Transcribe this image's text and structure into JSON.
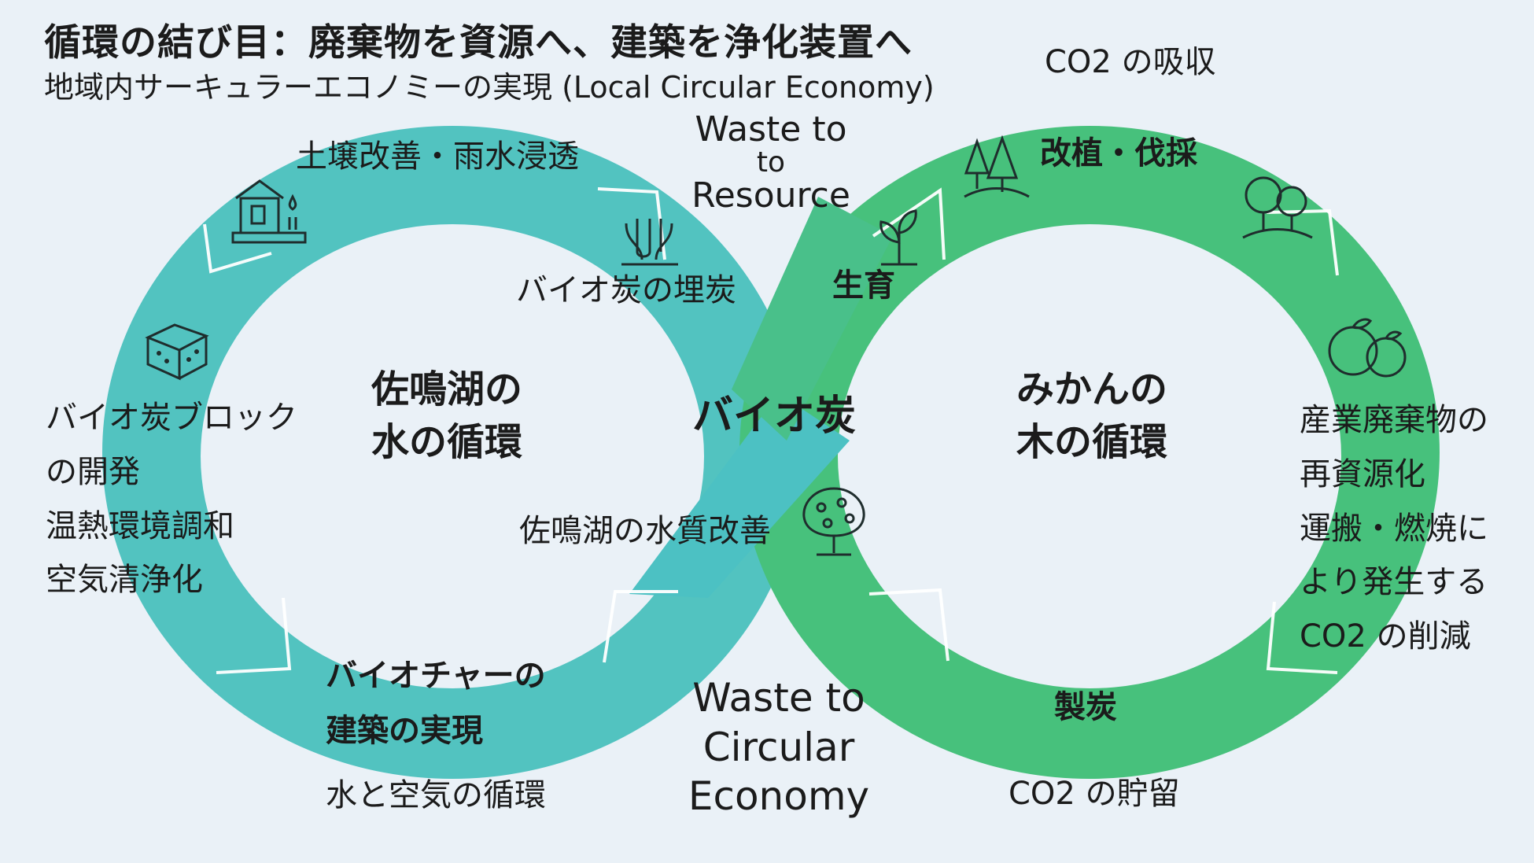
{
  "header": {
    "title": "循環の結び目：廃棄物を資源へ、建築を浄化装置へ",
    "subtitle": "地域内サーキュラーエコノミーの実現 (Local Circular Economy)"
  },
  "colors": {
    "background": "#eaf1f7",
    "left_loop": "#52c3c0",
    "right_loop": "#47c17c",
    "arrow_outline": "#ffffff",
    "text": "#1b1b1b"
  },
  "left_loop": {
    "center_label": [
      "佐鳴湖の",
      "水の循環"
    ],
    "stages": {
      "soil": "土壌改善・雨水浸透",
      "biochar_burial": "バイオ炭の埋炭",
      "water_quality": "佐鳴湖の水質改善",
      "architecture": [
        "バイオチャーの",
        "建築の実現"
      ],
      "cycle_note": "水と空気の循環"
    },
    "block_lines": [
      "バイオ炭ブロック",
      "の開発",
      "温熱環境調和",
      "空気清浄化"
    ]
  },
  "right_loop": {
    "center_label": [
      "みかんの",
      "木の循環"
    ],
    "stages": {
      "growth": "生育",
      "harvest": "改植・伐採",
      "carbonize": "製炭"
    },
    "co2_top": "CO2 の吸収",
    "co2_bottom": "CO2 の貯留",
    "waste_lines": [
      "産業廃棄物の",
      "再資源化",
      "運搬・燃焼に",
      "より発生する",
      "CO2 の削減"
    ]
  },
  "center": {
    "core_label": "バイオ炭",
    "top_phrase": [
      "Waste to",
      "to",
      "Resource"
    ],
    "bottom_phrase": [
      "Waste to",
      "Circular",
      "Economy"
    ]
  },
  "icons": {
    "house": "house-rain-icon",
    "roots": "roots-icon",
    "block": "brick-block-icon",
    "forest": "forest-icon",
    "trees": "trees-icon",
    "sprout": "sprout-icon",
    "oranges": "mandarin-orange-icon",
    "fruit_tree": "fruit-tree-icon"
  }
}
